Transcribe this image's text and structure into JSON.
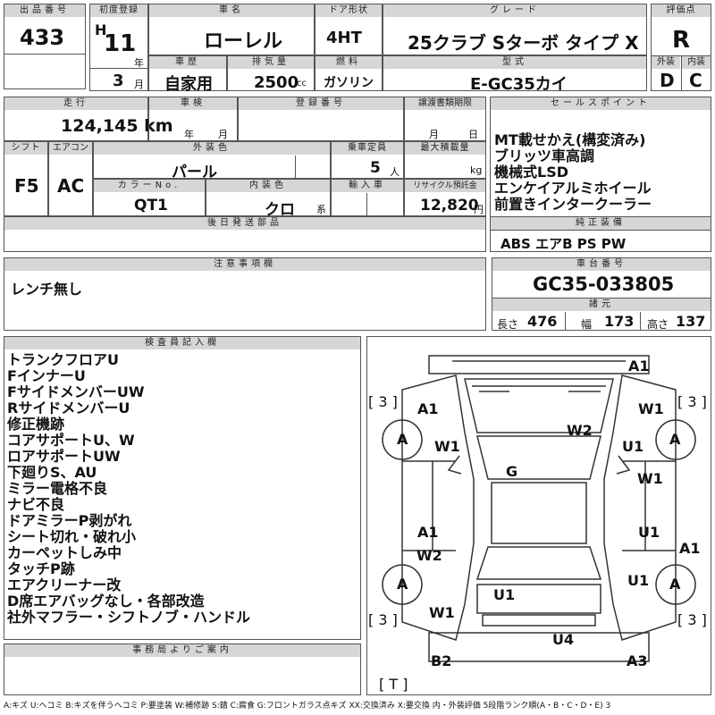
{
  "headers": {
    "lot_no": "出品番号",
    "first_reg": "初度登録",
    "car_name": "車名",
    "door": "ドア形状",
    "grade": "グレード",
    "rating": "評価点",
    "history": "車歴",
    "displacement": "排気量",
    "fuel": "燃料",
    "model": "型式",
    "exterior": "外装",
    "interior": "内装",
    "mileage": "走行",
    "inspection": "車検",
    "reg_no": "登録番号",
    "transfer_deadline": "譲渡書類期限",
    "sales_points": "セールスポイント",
    "shift": "シフト",
    "aircon": "エアコン",
    "exterior_color": "外装色",
    "capacity": "乗車定員",
    "max_load": "最大積載量",
    "color_no": "カラーNo.",
    "interior_color": "内装色",
    "imported": "輸入車",
    "recycle": "リサイクル預託金",
    "later_parts": "後日発送部品",
    "equipment": "純正装備",
    "notes": "注意事項欄",
    "chassis_no": "車台番号",
    "specs": "諸元",
    "inspector": "検査員記入欄",
    "office": "事務局よりご案内"
  },
  "vehicle": {
    "lot_no": "433",
    "era": "H",
    "year": "11",
    "year_unit": "年",
    "month": "3",
    "month_unit": "月",
    "car_name": "ローレル",
    "door": "4HT",
    "grade": "25クラブ Sターボ タイプ X",
    "rating": "R",
    "history": "自家用",
    "displacement": "2500",
    "displacement_unit": "cc",
    "fuel": "ガソリン",
    "model": "E-GC35カイ",
    "exterior_grade": "D",
    "interior_grade": "C",
    "mileage": "124,145 km",
    "insp_year_unit": "年",
    "insp_month_unit": "月",
    "deadline_month_unit": "月",
    "deadline_day_unit": "日",
    "shift": "F5",
    "aircon": "AC",
    "exterior_color": "パール",
    "capacity": "5",
    "capacity_unit": "人",
    "load_unit": "kg",
    "color_no": "QT1",
    "interior_color": "クロ",
    "interior_color_unit": "系",
    "recycle": "12,820",
    "recycle_unit": "円",
    "equipment": "ABS エアB PS PW",
    "notes": "レンチ無し",
    "chassis_no": "GC35-033805",
    "length_label": "長さ",
    "length": "476",
    "width_label": "幅",
    "width": "173",
    "height_label": "高さ",
    "height": "137"
  },
  "sales_points": [
    "MT載せかえ(構変済み)",
    "ブリッツ車高調",
    "機械式LSD",
    "エンケイアルミホイール",
    "前置きインタークーラー"
  ],
  "inspector_notes": [
    "トランクフロアU",
    "FインナーU",
    "FサイドメンバーUW",
    "RサイドメンバーU",
    "修正機跡",
    "コアサポートU、W",
    "ロアサポートUW",
    "下廻りS、AU",
    "ミラー電格不良",
    "ナビ不良",
    "ドアミラーP剥がれ",
    "シート切れ・破れ小",
    "カーペットしみ中",
    "タッチP跡",
    "エアクリーナー改",
    "D席エアバッグなし・各部改造",
    "社外マフラー・シフトノブ・ハンドル"
  ],
  "diagram_labels": {
    "a1_front": "A1",
    "a1_fl": "A1",
    "w1_fr": "W1",
    "a_fl": "A",
    "w1_fl": "W1",
    "w2_hood": "W2",
    "u1_fr": "U1",
    "a_fr": "A",
    "g_roof": "G",
    "w1_rd": "W1",
    "a1_rl": "A1",
    "w2_rl": "W2",
    "u1_rr": "U1",
    "a1_rq": "A1",
    "a_rl": "A",
    "u1_trunk": "U1",
    "u1_rr2": "U1",
    "a_rr": "A",
    "w1_rl": "W1",
    "u4_rear": "U4",
    "b2_rl": "B2",
    "a3_rr": "A3",
    "b3_tl": "[ 3 ]",
    "b3_tr": "[ 3 ]",
    "b3_bl": "[ 3 ]",
    "b3_br": "[ 3 ]",
    "bt": "[ T ]"
  },
  "legend": "A:キズ U:ヘコミ B:キズを伴うヘコミ P:要塗装 W:補修跡 S:錆 C:腐食 G:フロントガラス点キズ XX:交換済み X:要交換 内・外装評価 5段階ランク順(A・B・C・D・E) 3"
}
